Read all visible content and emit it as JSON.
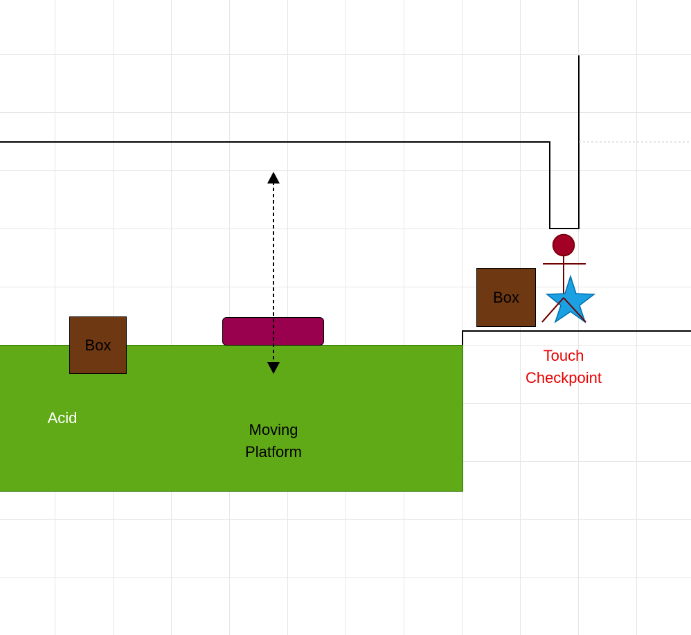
{
  "diagram": {
    "boxes": [
      {
        "label": "Box"
      },
      {
        "label": "Box"
      }
    ],
    "labels": {
      "acid": "Acid",
      "moving_platform": "Moving\nPlatform",
      "checkpoint": "Touch\nCheckpoint"
    },
    "colors": {
      "acid": "#60a917",
      "box": "#6d3812",
      "platform": "#99004d",
      "player_head": "#a20025",
      "checkpoint_star": "#1ba1e2",
      "checkpoint_text": "#e60000"
    },
    "icons": {
      "player": "stick-figure-icon",
      "checkpoint": "star-icon",
      "movement": "vertical-double-arrow-icon"
    }
  }
}
